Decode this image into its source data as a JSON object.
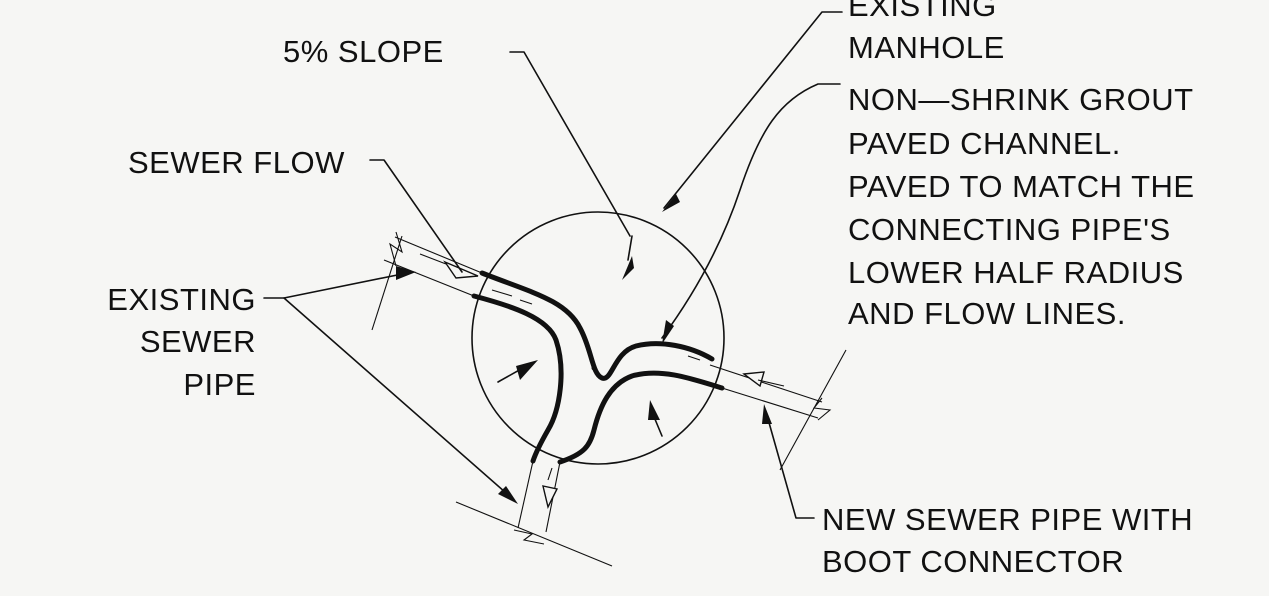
{
  "labels": {
    "manhole_1": "EXISTING",
    "manhole_2": "MANHOLE",
    "slope": "5% SLOPE",
    "grout_1": "NON—SHRINK GROUT",
    "grout_2": "PAVED CHANNEL.",
    "grout_3": "PAVED TO MATCH THE",
    "grout_4": "CONNECTING PIPE'S",
    "grout_5": "LOWER HALF RADIUS",
    "grout_6": "AND FLOW LINES.",
    "flow": "SEWER FLOW",
    "existing_pipe_1": "EXISTING",
    "existing_pipe_2": "SEWER",
    "existing_pipe_3": "PIPE",
    "new_pipe_1": "NEW SEWER PIPE WITH",
    "new_pipe_2": "BOOT CONNECTOR"
  }
}
